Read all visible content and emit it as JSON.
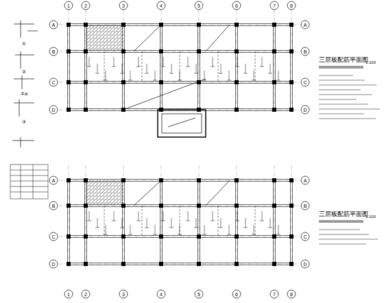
{
  "diagram": {
    "labels": [
      "三层板配筋平面图",
      "1:100",
      "三层板配筋平面图",
      "1:100",
      "1",
      "2",
      "3",
      "4",
      "5",
      "6",
      "7",
      "8",
      "D",
      "C",
      "B",
      "A",
      "D",
      "C",
      "B",
      "A",
      "1",
      "2",
      "3",
      "4",
      "5",
      "6",
      "7",
      "8",
      "D",
      "C",
      "B",
      "A",
      "D",
      "C",
      "B",
      "A",
      "①",
      "②",
      "②a",
      "③"
    ]
  }
}
